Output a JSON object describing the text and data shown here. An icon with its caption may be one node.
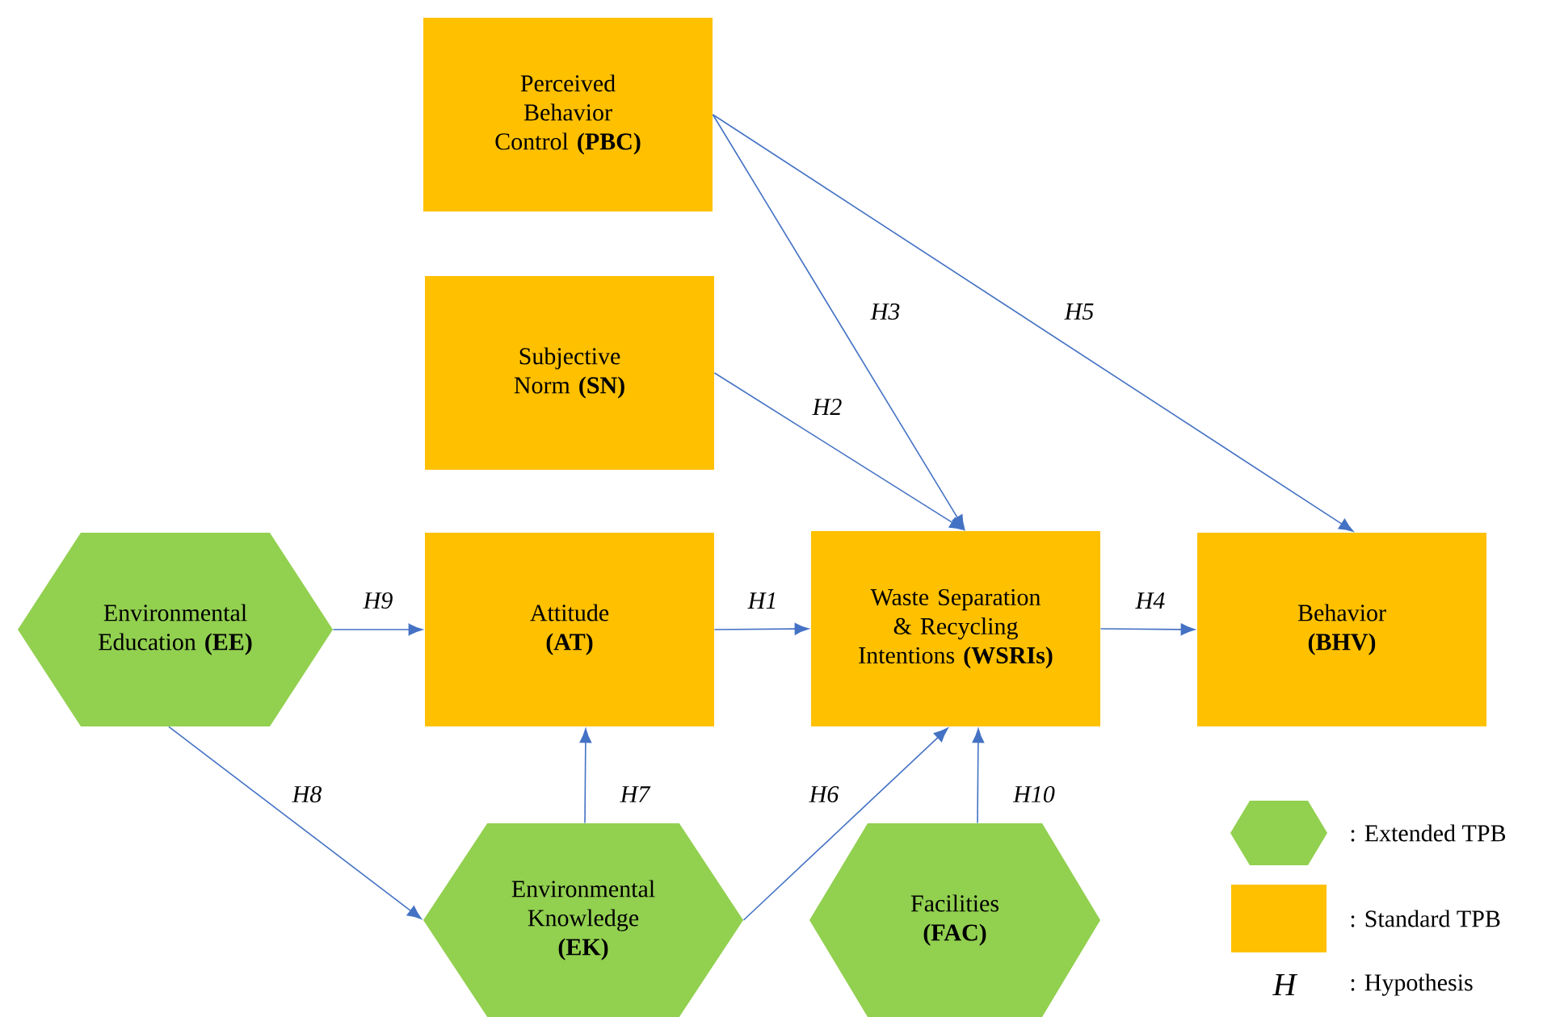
{
  "diagram": {
    "nodes": [
      {
        "text": [
          "Perceived Behavior Control **(PBC)**"
        ]
      },
      {
        "text": [
          "Subjective Norm **(SN)**"
        ]
      },
      {
        "text": [
          "Environmental Education **(EE)**"
        ]
      },
      {
        "text": [
          "Attitude **(AT)**"
        ]
      },
      {
        "text": [
          "Waste Separation & Recycling Intentions **(WSRIs)**"
        ]
      },
      {
        "text": [
          "Behavior **(BHV)**"
        ]
      },
      {
        "text": [
          "Environmental Knowledge **(EK)**"
        ]
      },
      {
        "text": [
          "Facilities **(FAC)**"
        ]
      }
    ],
    "edges": [
      {
        "from": 3,
        "to": 4,
        "arrow": "to",
        "label": "H1"
      },
      {
        "from": 1,
        "to": 4,
        "arrow": "to",
        "label": "H2"
      },
      {
        "from": 0,
        "to": 4,
        "arrow": "to",
        "label": "H3"
      },
      {
        "from": 4,
        "to": 5,
        "arrow": "to",
        "label": "H4"
      },
      {
        "from": 0,
        "to": 5,
        "arrow": "to",
        "label": "H5"
      },
      {
        "from": 6,
        "to": 4,
        "arrow": "to",
        "label": "H6"
      },
      {
        "from": 6,
        "to": 3,
        "arrow": "to",
        "label": "H7"
      },
      {
        "from": 2,
        "to": 6,
        "arrow": "to",
        "label": "H8"
      },
      {
        "from": 2,
        "to": 3,
        "arrow": "to",
        "label": "H9"
      },
      {
        "from": 7,
        "to": 4,
        "arrow": "to",
        "label": "H10"
      }
    ],
    "labels": [
      "H"
    ],
    "legend": [
      {
        "text": ": Extended TPB",
        "color": "#92d050"
      },
      {
        "text": ": Standard TPB",
        "color": "#ffc000"
      },
      {
        "text": ": Hypothesis"
      }
    ]
  }
}
